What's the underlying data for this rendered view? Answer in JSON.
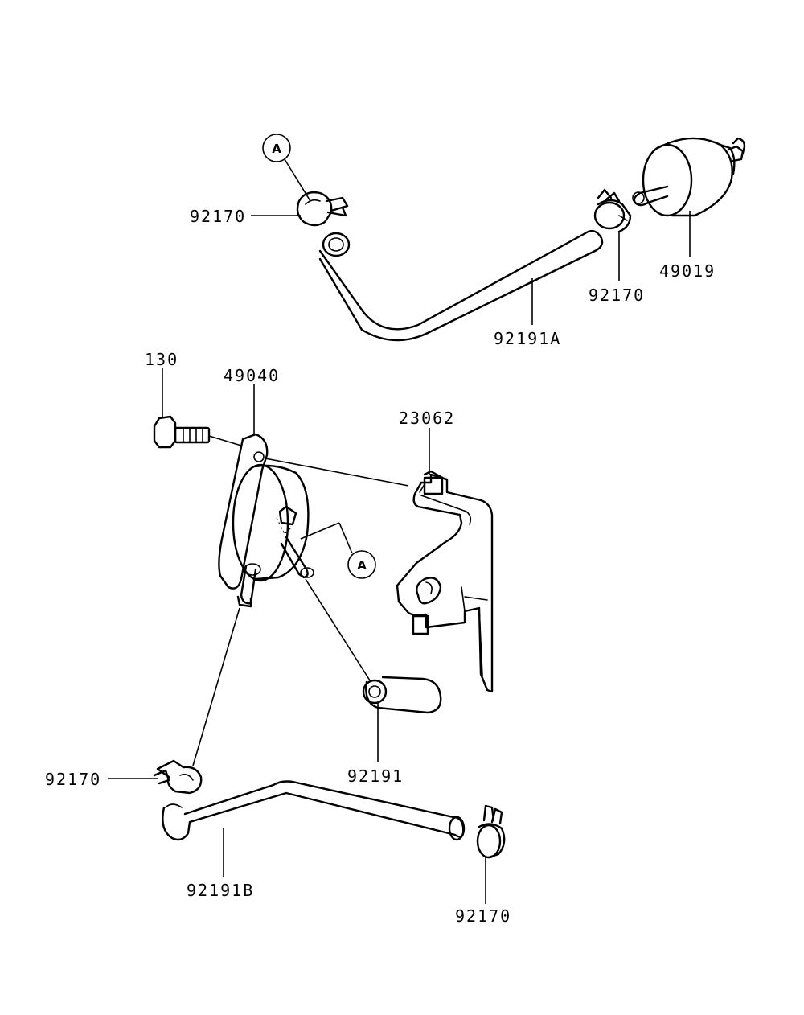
{
  "labels": {
    "clamp_upper_left": "92170",
    "clamp_upper_right": "92170",
    "fuel_filter": "49019",
    "hose_upper": "92191A",
    "bolt": "130",
    "fuel_pump": "49040",
    "bracket": "23062",
    "hose_short": "92191",
    "clamp_lower_left": "92170",
    "hose_lower": "92191B",
    "clamp_lower_right": "92170"
  },
  "refs": {
    "upper": "A",
    "pump": "A"
  }
}
